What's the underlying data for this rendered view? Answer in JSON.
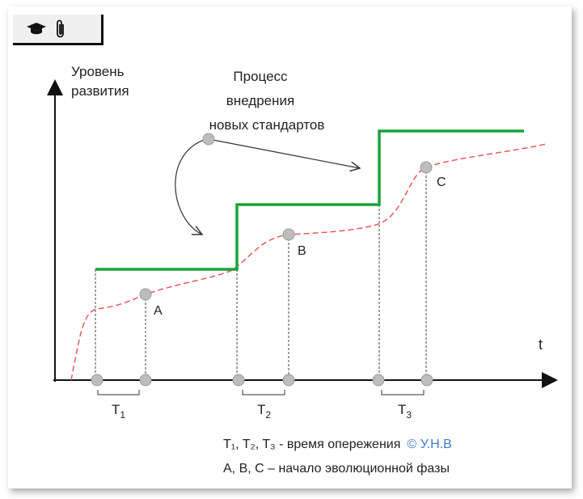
{
  "toolbar": {
    "icons": [
      "graduation-cap-icon",
      "paperclip-icon"
    ]
  },
  "diagram": {
    "y_axis_label_line1": "Уровень",
    "y_axis_label_line2": "развития",
    "x_axis_label": "t",
    "process_label_line1": "Процесс",
    "process_label_line2": "внедрения",
    "process_label_line3": "новых стандартов",
    "points": [
      "A",
      "B",
      "C"
    ],
    "intervals": [
      {
        "main": "T",
        "sub": "1"
      },
      {
        "main": "T",
        "sub": "2"
      },
      {
        "main": "T",
        "sub": "3"
      }
    ],
    "colors": {
      "standard_line": "#1aa33a",
      "evolution_curve": "#e8595a",
      "dots": "#bdbdbd",
      "copyright": "#3d7cc9"
    }
  },
  "legend": {
    "line1": "T₁, T₂, T₃ - время опережения",
    "copyright": "© У.Н.В",
    "line2": "A, B, C – начало эволюционной фазы"
  }
}
